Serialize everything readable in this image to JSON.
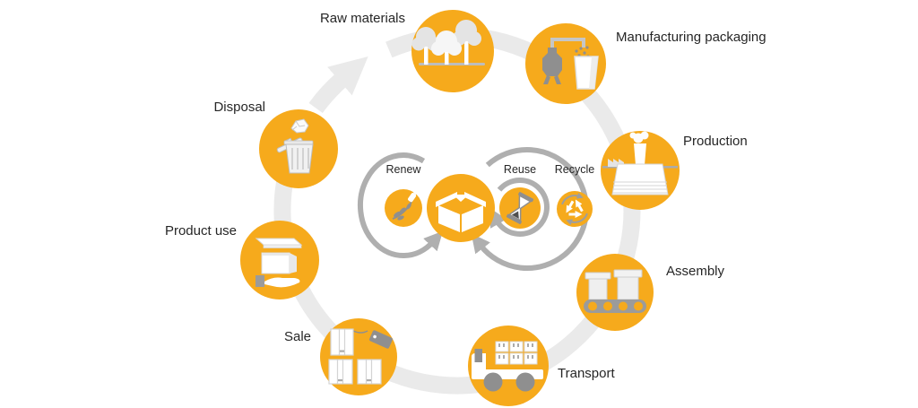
{
  "colors": {
    "accent": "#F6AA1C",
    "ring": "#EAEAEA",
    "swirl": "#AFAFAF",
    "icon_dark": "#8F8F8F",
    "icon_light": "#E4E4E4",
    "text": "#262626"
  },
  "stages": [
    {
      "label": "Raw materials",
      "icon": "trees-icon"
    },
    {
      "label": "Manufacturing packaging",
      "icon": "hopper-pour-icon"
    },
    {
      "label": "Production",
      "icon": "factory-stack-icon"
    },
    {
      "label": "Assembly",
      "icon": "conveyor-boxes-icon"
    },
    {
      "label": "Transport",
      "icon": "delivery-truck-icon"
    },
    {
      "label": "Sale",
      "icon": "packages-price-tag-icon"
    },
    {
      "label": "Product use",
      "icon": "hand-holding-box-icon"
    },
    {
      "label": "Disposal",
      "icon": "trash-can-icon"
    }
  ],
  "center": {
    "box_icon": "open-box-icon",
    "loops": [
      {
        "label": "Renew",
        "icon": "sprout-bottle-icon"
      },
      {
        "label": "Reuse",
        "icon": "hourglass-icon"
      },
      {
        "label": "Recycle",
        "icon": "recycle-arrows-icon"
      }
    ]
  }
}
